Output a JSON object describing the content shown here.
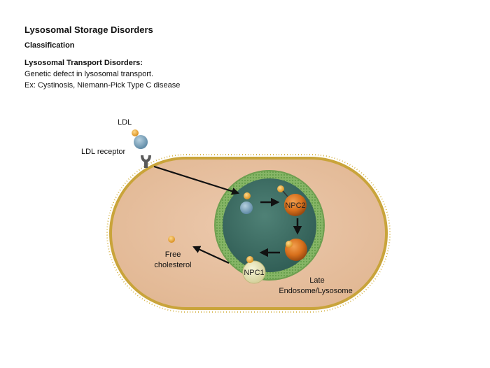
{
  "header": {
    "title": "Lysosomal Storage Disorders",
    "subtitle": "Classification",
    "heading": "Lysosomal Transport Disorders:",
    "line1": "Genetic defect in lysosomal transport.",
    "line2": "Ex: Cystinosis, Niemann-Pick Type C disease"
  },
  "diagram": {
    "ldl_label": "LDL",
    "receptor_label": "LDL receptor",
    "free_label_1": "Free",
    "free_label_2": "cholesterol",
    "npc2_label": "NPC2",
    "npc1_label": "NPC1",
    "lysosome_label_1": "Late",
    "lysosome_label_2": "Endosome/Lysosome"
  },
  "colors": {
    "cytoplasm": "#e8c5a8",
    "membrane": "#c9a43a",
    "lysosome_ring": "#7fae5c",
    "lysosome_lumen": "#3e6e64",
    "npc2": "#d8701c",
    "npc1": "#e9e6b6",
    "cholesterol": "#f0b040",
    "ldl": "#7fa6bf"
  }
}
